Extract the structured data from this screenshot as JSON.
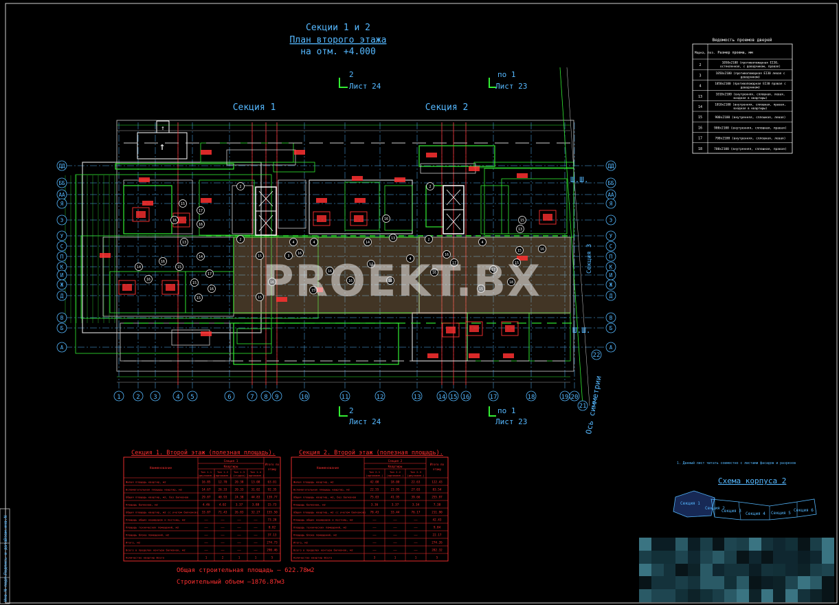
{
  "title": {
    "line1": "Секции 1 и 2",
    "line2": "План второго этажа",
    "line3": "на отм. +4.000"
  },
  "sections": {
    "s1": "Секция 1",
    "s2": "Секция 2"
  },
  "section_marks": {
    "top_left_num": "2",
    "top_left_sheet": "Лист 24",
    "top_right_num": "по 1",
    "top_right_sheet": "Лист 23",
    "bottom_left_num": "2",
    "bottom_left_sheet": "Лист 24",
    "bottom_right_num": "по 1",
    "bottom_right_sheet": "Лист 23"
  },
  "watermark": "PROEKT.BX",
  "door_schedule": {
    "title": "Ведомость проемов дверей",
    "headers": [
      "Марка, поз.",
      "Размер проема, мм"
    ],
    "rows": [
      [
        "2",
        "1050x2100 (противопожарная EI30, остекленная, с доводчиком, правая)"
      ],
      [
        "3",
        "1050x2100 (противопожарная EI30 левая с доводчиком)"
      ],
      [
        "4",
        "1050x2100 (противопожарная EI30 правая с доводчиком)"
      ],
      [
        "13",
        "1010x2100 (внутренняя, сплошная, левая, входная в квартиры)"
      ],
      [
        "14",
        "1010x2100 (внутренняя, сплошная, правая, входная в квартиры)"
      ],
      [
        "15",
        "900x2100 (внутренняя, сплошная, левая)"
      ],
      [
        "16",
        "900x2100 (внутренняя, сплошная, правая)"
      ],
      [
        "17",
        "700x2100 (внутренняя, сплошная, левая)"
      ],
      [
        "18",
        "700x2100 (внутренняя, сплошная, правая)"
      ]
    ]
  },
  "axes": {
    "bottom": [
      "1",
      "2",
      "3",
      "4",
      "5",
      "6",
      "7",
      "8",
      "9",
      "10",
      "11",
      "12",
      "13",
      "14",
      "15",
      "16",
      "17",
      "18",
      "19",
      "20"
    ],
    "left": [
      "ДД",
      "ББ",
      "АА",
      "Я",
      "Э",
      "У",
      "С",
      "П",
      "К",
      "И",
      "Ж",
      "Д",
      "В",
      "Б",
      "А"
    ],
    "right": [
      "ДД",
      "ББ",
      "АА",
      "Я",
      "Э",
      "У",
      "С",
      "П",
      "К",
      "И",
      "Ж",
      "Д",
      "В",
      "Б",
      "А"
    ],
    "extra": [
      "21",
      "22"
    ],
    "symmetry": "Ось симметрии",
    "sh_top": "Ш.Ш.",
    "sh_bottom": "Ш.Ш.",
    "section3": "Секция 3"
  },
  "table1": {
    "title": "Секция 1. Второй этаж (полезная площадь).",
    "header_name": "Наименование",
    "header_group": "Секция 1",
    "header_sub": "Квартиры",
    "header_total": "Итого по этажу",
    "cols": [
      "Тип 1.1 (двухкомн.)",
      "Тип 1.2 (однокомн.)",
      "Тип 1.3 (студия)",
      "Тип 1.4 (однокомн.)"
    ],
    "rows": [
      [
        "Жилая площадь квартир, м2",
        "16.85",
        "12.70",
        "20.38",
        "13.08",
        "63.01"
      ],
      [
        "Вспомогательная площадь квартир, м2",
        "14.67",
        "26.33",
        "20.33",
        "31.02",
        "92.35"
      ],
      [
        "Общая площадь квартир, м2, без балконов",
        "29.87",
        "40.93",
        "24.38",
        "44.83",
        "139.77"
      ],
      [
        "Площадь балконов, м2",
        "4.46",
        "4.02",
        "3.37",
        "3.88",
        "15.73"
      ],
      [
        "Общая площадь квартир, м2 (с учетом балконов)",
        "33.87",
        "71.43",
        "26.83",
        "32.27",
        "155.50"
      ],
      [
        "Площадь общих коридоров и лестниц, м2",
        "——",
        "——",
        "——",
        "——",
        "73.28"
      ],
      [
        "Площадь технических помещений, м2",
        "——",
        "——",
        "——",
        "——",
        "8.82"
      ],
      [
        "Площадь блока помещений, м2",
        "——",
        "——",
        "——",
        "——",
        "37.13"
      ],
      [
        "Итого, м2",
        "——",
        "——",
        "——",
        "——",
        "274.73"
      ],
      [
        "Всего в пределах контура балконов, м2",
        "——",
        "——",
        "——",
        "——",
        "290.46"
      ],
      [
        "Количество квартир Всего",
        "1",
        "2",
        "1",
        "1",
        "5"
      ]
    ]
  },
  "table2": {
    "title": "Секция 2. Второй этаж (полезная площадь).",
    "header_name": "Наименование",
    "header_group": "Секция 2",
    "header_sub": "Квартиры",
    "header_total": "Итого по этажу",
    "cols": [
      "Тип 2.1 (однокомн.)",
      "Тип 2.2 (однокомн.)",
      "Тип 2.3 (двухкомн.)"
    ],
    "rows": [
      [
        "Жилая площадь квартир, м2",
        "42.08",
        "18.00",
        "22.63",
        "122.43"
      ],
      [
        "Вспомогательная площадь квартир, м2",
        "22.55",
        "23.95",
        "27.03",
        "83.54"
      ],
      [
        "Общая площадь квартир, м2, без балконов",
        "75.03",
        "41.95",
        "39.66",
        "255.97"
      ],
      [
        "Площадь балконов, м2",
        "3.36",
        "3.37",
        "3.34",
        "7.38"
      ],
      [
        "Общая площадь квартир, м2 (с учетом балконов)",
        "78.43",
        "33.44",
        "76.17",
        "211.90"
      ],
      [
        "Площадь общих коридоров и лестниц, м2",
        "——",
        "——",
        "——",
        "42.43"
      ],
      [
        "Площадь технических помещений, м2",
        "——",
        "——",
        "——",
        "9.84"
      ],
      [
        "Площадь блока помещений, м2",
        "——",
        "——",
        "——",
        "22.17"
      ],
      [
        "Итого, м2",
        "——",
        "——",
        "——",
        "274.26"
      ],
      [
        "Всего в пределах контура балконов, м2",
        "——",
        "——",
        "——",
        "282.32"
      ],
      [
        "Количество квартир Всего",
        "3",
        "1",
        "1",
        "5"
      ]
    ]
  },
  "totals": {
    "area": "Общая строительная площадь — 622.78м2",
    "volume": "Строительный объем   –1876.87м3"
  },
  "note": "1. Данный лист читать совместно с листами фасадов и разрезов",
  "scheme": {
    "title": "Схема корпуса 2",
    "labels": [
      "Секция 1",
      "Секция 2",
      "Секция 3",
      "Секция 4",
      "Секция 5",
      "Секция 6"
    ]
  },
  "stamp": {
    "a": "Инв.N подл.",
    "b": "Подпись и дата",
    "c": "Взам.инв.N",
    "d": "2-3/II"
  },
  "colors": {
    "background": "#000000",
    "walls": "#33ee33",
    "grid_axis": "#55b8ff",
    "red_lines": "#ff3030",
    "corridor_highlight": "#c8a070"
  }
}
